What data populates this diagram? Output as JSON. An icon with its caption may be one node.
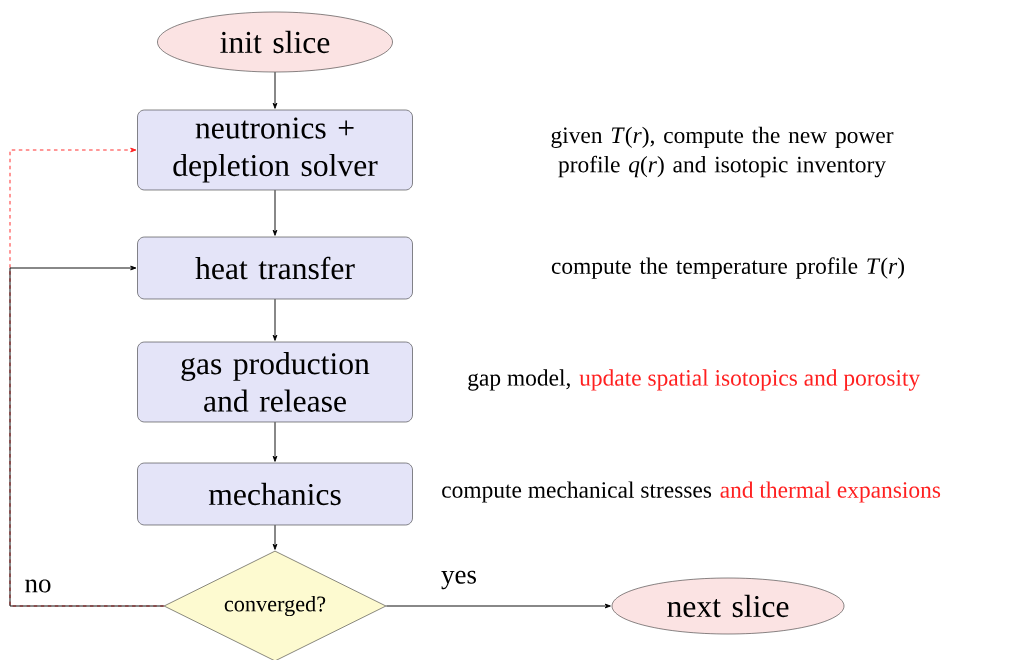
{
  "diagram": {
    "nodes": [
      {
        "text": [
          "init slice"
        ]
      },
      {
        "text": [
          "neutronics + depletion solver"
        ]
      },
      {
        "text": [
          "heat transfer"
        ]
      },
      {
        "text": [
          "gas production and release"
        ]
      },
      {
        "text": [
          "mechanics"
        ]
      },
      {
        "text": [
          "converged?"
        ]
      },
      {
        "text": [
          "next slice"
        ]
      }
    ],
    "edges": [
      {
        "from": 0,
        "to": 1,
        "arrow": "to"
      },
      {
        "from": 1,
        "to": 2,
        "arrow": "to"
      },
      {
        "from": 2,
        "to": 3,
        "arrow": "to"
      },
      {
        "from": 3,
        "to": 4,
        "arrow": "to"
      },
      {
        "from": 4,
        "to": 5,
        "arrow": "to"
      },
      {
        "from": 5,
        "to": 6,
        "arrow": "to",
        "label": "yes"
      },
      {
        "from": 5,
        "to": 1,
        "arrow": "to",
        "style": "dashed",
        "color": "#ff2020"
      },
      {
        "from": 5,
        "to": 2,
        "arrow": "to",
        "label": "no"
      }
    ],
    "labels": [
      "given *T*(*r*), compute the new power profile *q*(*r*) and isotopic inventory",
      "compute the temperature profile *T*(*r*)",
      "gap model,",
      "update spatial isotopics and porosity",
      "compute mechanical stresses",
      "and thermal expansions"
    ]
  }
}
